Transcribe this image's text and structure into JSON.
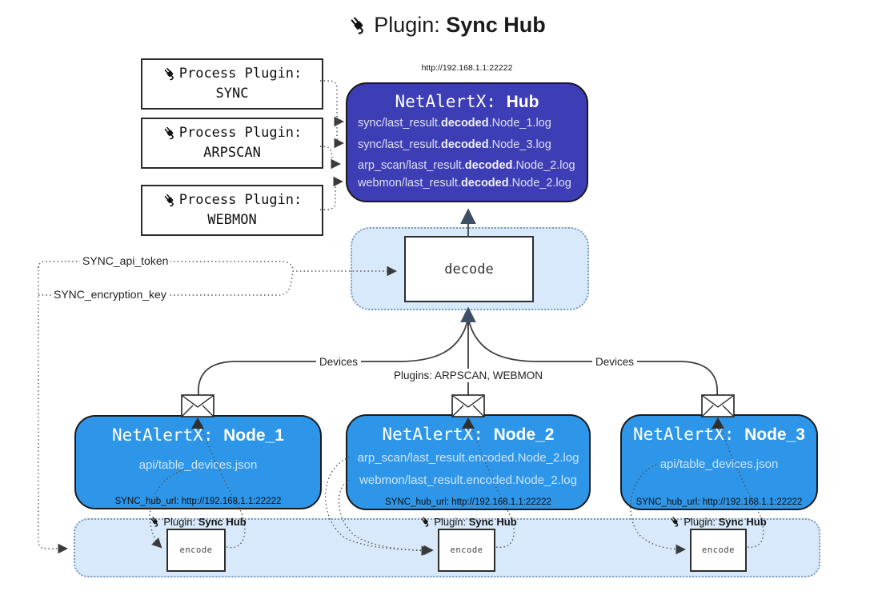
{
  "title": {
    "label": "Plugin:",
    "name": "Sync Hub"
  },
  "hub": {
    "url": "http://192.168.1.1:22222",
    "name_prefix": "NetAlertX: ",
    "name": "Hub",
    "lines": [
      {
        "pre": "sync/last_result.",
        "mid": "decoded",
        "post": ".Node_1.log"
      },
      {
        "pre": "sync/last_result.",
        "mid": "decoded",
        "post": ".Node_3.log"
      },
      {
        "pre": "arp_scan/last_result.",
        "mid": "decoded",
        "post": ".Node_2.log"
      },
      {
        "pre": "webmon/last_result.",
        "mid": "decoded",
        "post": ".Node_2.log"
      }
    ]
  },
  "process_plugins": [
    {
      "label": "Process Plugin:",
      "name": "SYNC"
    },
    {
      "label": "Process Plugin:",
      "name": "ARPSCAN"
    },
    {
      "label": "Process Plugin:",
      "name": "WEBMON"
    }
  ],
  "settings": {
    "api_token": "SYNC_api_token",
    "encryption_key": "SYNC_encryption_key"
  },
  "decode": {
    "label": "decode"
  },
  "edges": {
    "left": "Devices",
    "center": "Plugins: ARPSCAN, WEBMON",
    "right": "Devices"
  },
  "nodes": [
    {
      "name_prefix": "NetAlertX: ",
      "name": "Node_1",
      "files": [
        "api/table_devices.json"
      ],
      "hub_url": "SYNC_hub_url: http://192.168.1.1:22222"
    },
    {
      "name_prefix": "NetAlertX: ",
      "name": "Node_2",
      "files": [
        "arp_scan/last_result.encoded.Node_2.log",
        "webmon/last_result.encoded.Node_2.log"
      ],
      "hub_url": "SYNC_hub_url: http://192.168.1.1:22222"
    },
    {
      "name_prefix": "NetAlertX: ",
      "name": "Node_3",
      "files": [
        "api/table_devices.json"
      ],
      "hub_url": "SYNC_hub_url: http://192.168.1.1:22222"
    }
  ],
  "encoders": [
    {
      "plugin_label": "Plugin:",
      "plugin_name": "Sync Hub",
      "box_label": "encode"
    },
    {
      "plugin_label": "Plugin:",
      "plugin_name": "Sync Hub",
      "box_label": "encode"
    },
    {
      "plugin_label": "Plugin:",
      "plugin_name": "Sync Hub",
      "box_label": "encode"
    }
  ],
  "colors": {
    "hub_fill": "#3d3db5",
    "node_fill": "#2e96e9",
    "panel_fill": "#d8e9fb",
    "panel_border": "#7d9cbc",
    "line": "#3f3f3f",
    "dot": "#555555",
    "hub_text": "#dfe1f3",
    "node_text": "#cfe6fb",
    "ink": "#1a1a1a"
  }
}
